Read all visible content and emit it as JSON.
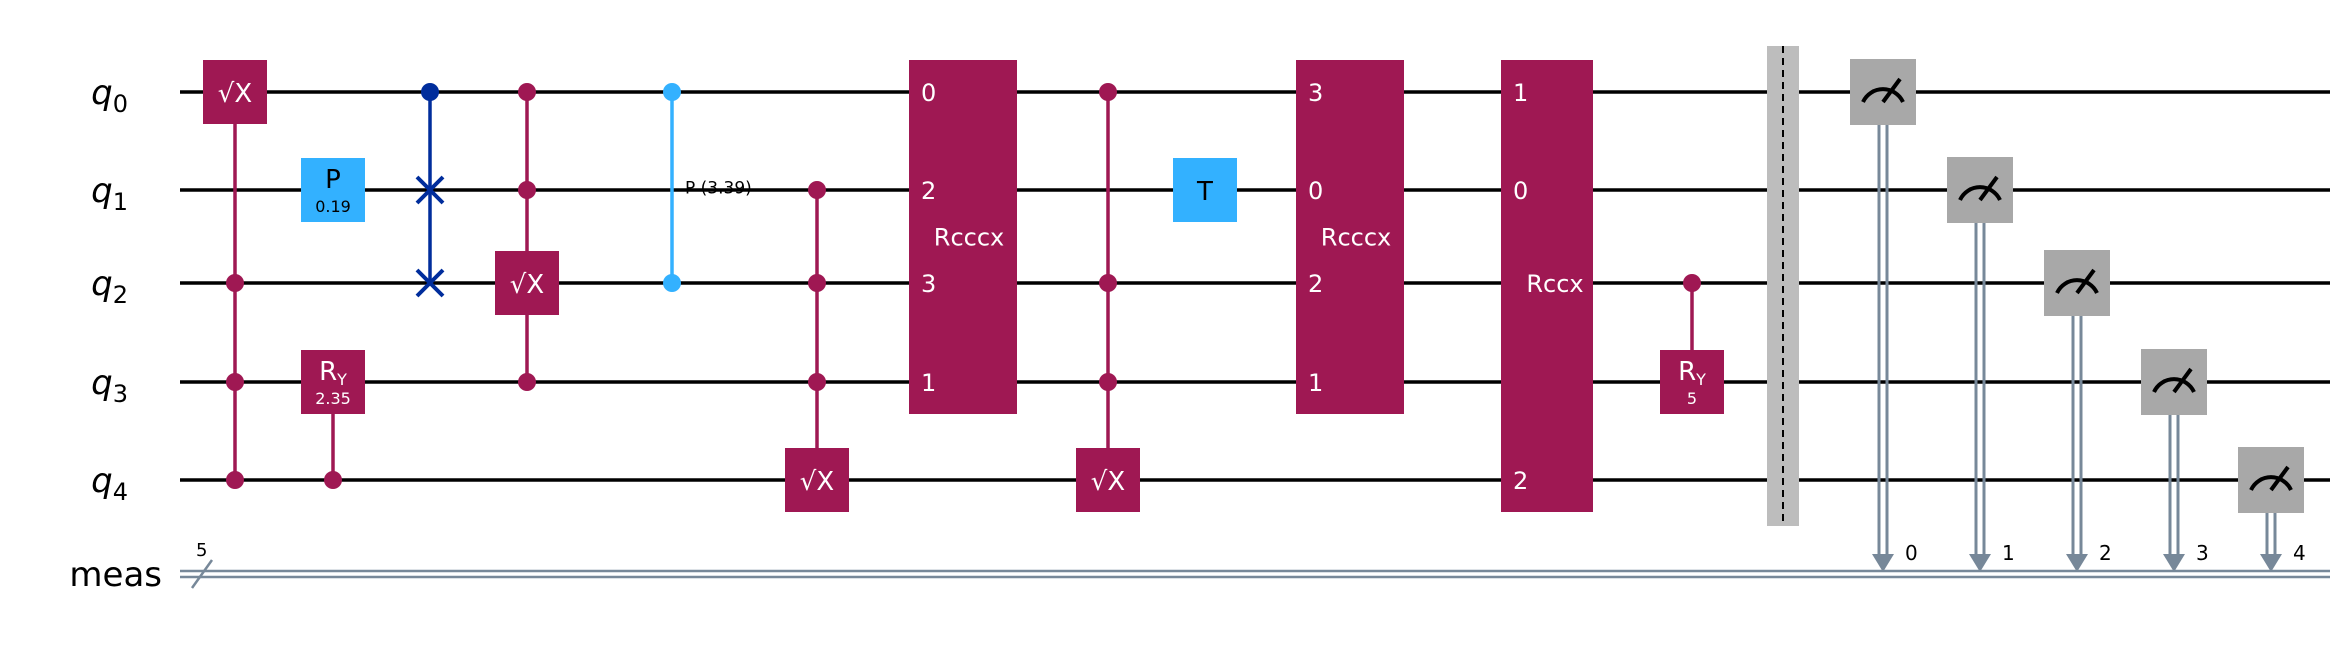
{
  "colors": {
    "wire": "#000000",
    "classical": "#778899",
    "multi_qubit": "#9f1853",
    "single_param": "#33b1ff",
    "swap": "#002d9c",
    "barrier": "#bdbdbd",
    "measure": "#a8a8a8",
    "text_on_gate": "#ffffff"
  },
  "registers": {
    "qubits": [
      {
        "name": "q",
        "index": "0"
      },
      {
        "name": "q",
        "index": "1"
      },
      {
        "name": "q",
        "index": "2"
      },
      {
        "name": "q",
        "index": "3"
      },
      {
        "name": "q",
        "index": "4"
      }
    ],
    "classical": {
      "name": "meas",
      "size": "5"
    }
  },
  "gates": [
    {
      "id": "sx-controlled-a",
      "kind": "controlled",
      "label": "√X",
      "target": 0,
      "controls": [
        2,
        3,
        4
      ],
      "color": "#9f1853"
    },
    {
      "id": "p-0.19",
      "kind": "single",
      "label": "P",
      "param": "0.19",
      "target": 1,
      "color": "#33b1ff"
    },
    {
      "id": "cry-2.35",
      "kind": "controlled",
      "label": "R",
      "sub": "Y",
      "param": "2.35",
      "target": 3,
      "controls": [
        4
      ],
      "color": "#9f1853"
    },
    {
      "id": "swap-0-2",
      "kind": "cswap",
      "controls": [
        0
      ],
      "targets": [
        1,
        2
      ],
      "color": "#002d9c"
    },
    {
      "id": "sx-controlled-b",
      "kind": "controlled",
      "label": "√X",
      "target": 2,
      "controls": [
        0,
        1,
        3
      ],
      "color": "#9f1853"
    },
    {
      "id": "cp-3.39",
      "kind": "cphase",
      "label": "P (3.39)",
      "qubits": [
        0,
        2
      ],
      "color": "#33b1ff"
    },
    {
      "id": "sx-controlled-c",
      "kind": "controlled",
      "label": "√X",
      "target": 4,
      "controls": [
        1,
        2,
        3
      ],
      "color": "#9f1853"
    },
    {
      "id": "rcccx-1",
      "kind": "multi",
      "label": "Rcccx",
      "span": [
        0,
        3
      ],
      "pins": [
        "0",
        "2",
        "3",
        "1"
      ],
      "color": "#9f1853"
    },
    {
      "id": "sx-controlled-d",
      "kind": "controlled",
      "label": "√X",
      "target": 4,
      "controls": [
        0,
        2,
        3
      ],
      "color": "#9f1853"
    },
    {
      "id": "t-gate",
      "kind": "single",
      "label": "T",
      "target": 1,
      "color": "#33b1ff"
    },
    {
      "id": "rcccx-2",
      "kind": "multi",
      "label": "Rcccx",
      "span": [
        0,
        3
      ],
      "pins": [
        "3",
        "0",
        "2",
        "1"
      ],
      "color": "#9f1853"
    },
    {
      "id": "rccx",
      "kind": "multi",
      "label": "Rccx",
      "span": [
        0,
        4
      ],
      "pins": [
        "1",
        "0",
        "",
        "",
        "2"
      ],
      "color": "#9f1853"
    },
    {
      "id": "cry-5",
      "kind": "controlled",
      "label": "R",
      "sub": "Y",
      "param": "5",
      "target": 3,
      "controls": [
        2
      ],
      "color": "#9f1853"
    }
  ],
  "barrier": {
    "span": [
      0,
      4
    ]
  },
  "measurements": [
    {
      "qubit": 0,
      "bit": "0"
    },
    {
      "qubit": 1,
      "bit": "1"
    },
    {
      "qubit": 2,
      "bit": "2"
    },
    {
      "qubit": 3,
      "bit": "3"
    },
    {
      "qubit": 4,
      "bit": "4"
    }
  ]
}
